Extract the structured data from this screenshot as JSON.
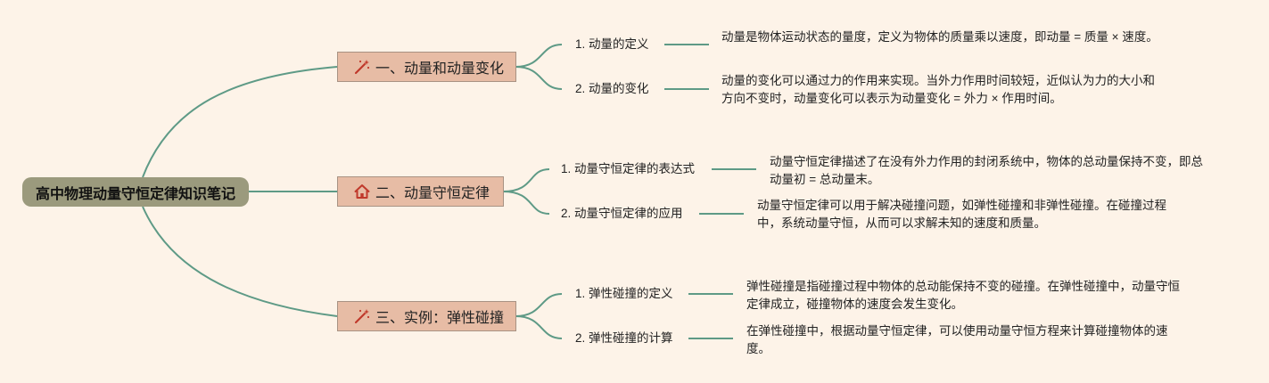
{
  "root": {
    "title": "高中物理动量守恒定律知识笔记"
  },
  "topics": [
    {
      "icon": "magic-wand-icon",
      "label": "一、动量和动量变化",
      "items": [
        {
          "label": "1. 动量的定义",
          "text": "动量是物体运动状态的量度，定义为物体的质量乘以速度，即动量 = 质量 × 速度。"
        },
        {
          "label": "2. 动量的变化",
          "text": "动量的变化可以通过力的作用来实现。当外力作用时间较短，近似认为力的大小和方向不变时，动量变化可以表示为动量变化 = 外力 × 作用时间。"
        }
      ]
    },
    {
      "icon": "home-icon",
      "label": "二、动量守恒定律",
      "items": [
        {
          "label": "1. 动量守恒定律的表达式",
          "text": "动量守恒定律描述了在没有外力作用的封闭系统中，物体的总动量保持不变，即总动量初 = 总动量末。"
        },
        {
          "label": "2. 动量守恒定律的应用",
          "text": "动量守恒定律可以用于解决碰撞问题，如弹性碰撞和非弹性碰撞。在碰撞过程中，系统动量守恒，从而可以求解未知的速度和质量。"
        }
      ]
    },
    {
      "icon": "magic-wand-icon",
      "label": "三、实例：弹性碰撞",
      "items": [
        {
          "label": "1. 弹性碰撞的定义",
          "text": "弹性碰撞是指碰撞过程中物体的总动能保持不变的碰撞。在弹性碰撞中，动量守恒定律成立，碰撞物体的速度会发生变化。"
        },
        {
          "label": "2. 弹性碰撞的计算",
          "text": "在弹性碰撞中，根据动量守恒定律，可以使用动量守恒方程来计算碰撞物体的速度。"
        }
      ]
    }
  ],
  "colors": {
    "link": "#5e9a86",
    "root_bg": "#9b9a7d",
    "topic_bg": "#e7bca5",
    "background": "#fdf3e8"
  }
}
